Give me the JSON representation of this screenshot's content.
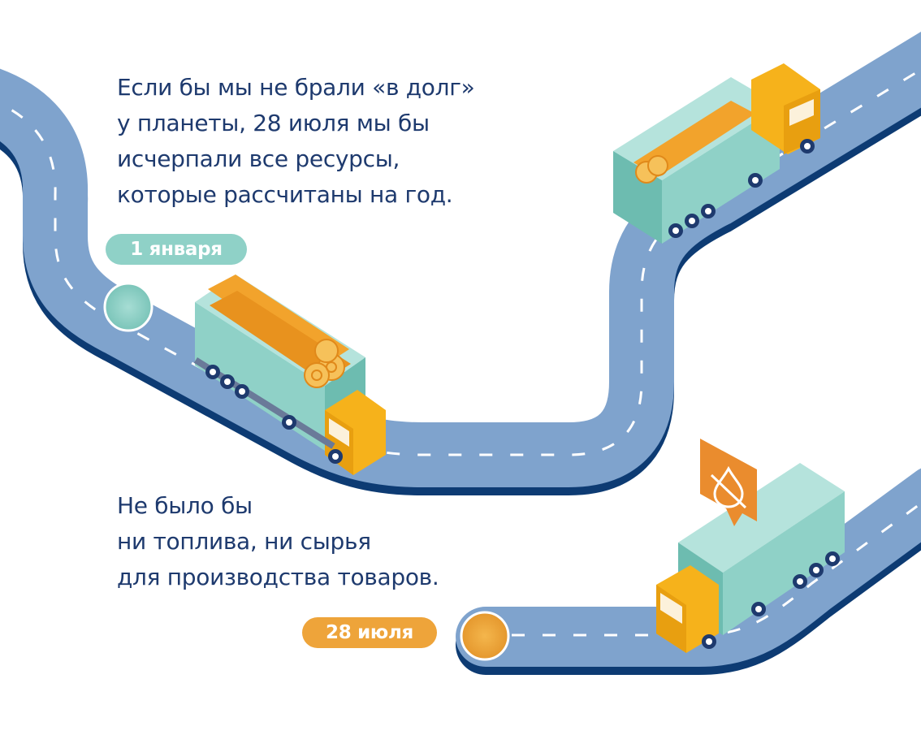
{
  "text_top": {
    "lines": [
      "Если бы мы не брали «в долг»",
      "у планеты, 28 июля мы бы",
      "исчерпали все ресурсы,",
      "которые рассчитаны на год."
    ]
  },
  "text_bottom": {
    "lines": [
      "Не было бы",
      "ни топлива, ни сырья",
      "для производства товаров."
    ]
  },
  "milestones": {
    "start_label": "1 января",
    "end_label": "28 июля"
  },
  "icons": {
    "truck": "truck-icon",
    "logs": "logs-icon",
    "no-resources": "crossed-drop-icon",
    "start-marker": "circle-marker-icon",
    "end-marker": "circle-marker-icon"
  },
  "colors": {
    "road": "#7fa3cd",
    "road_edge": "#0d3b73",
    "container": "#8fd1c7",
    "cabin": "#f6b21b",
    "logs": "#f2a32c",
    "text": "#1e3a6e",
    "start_marker": "#8fd1c7",
    "end_marker": "#eea43a"
  }
}
